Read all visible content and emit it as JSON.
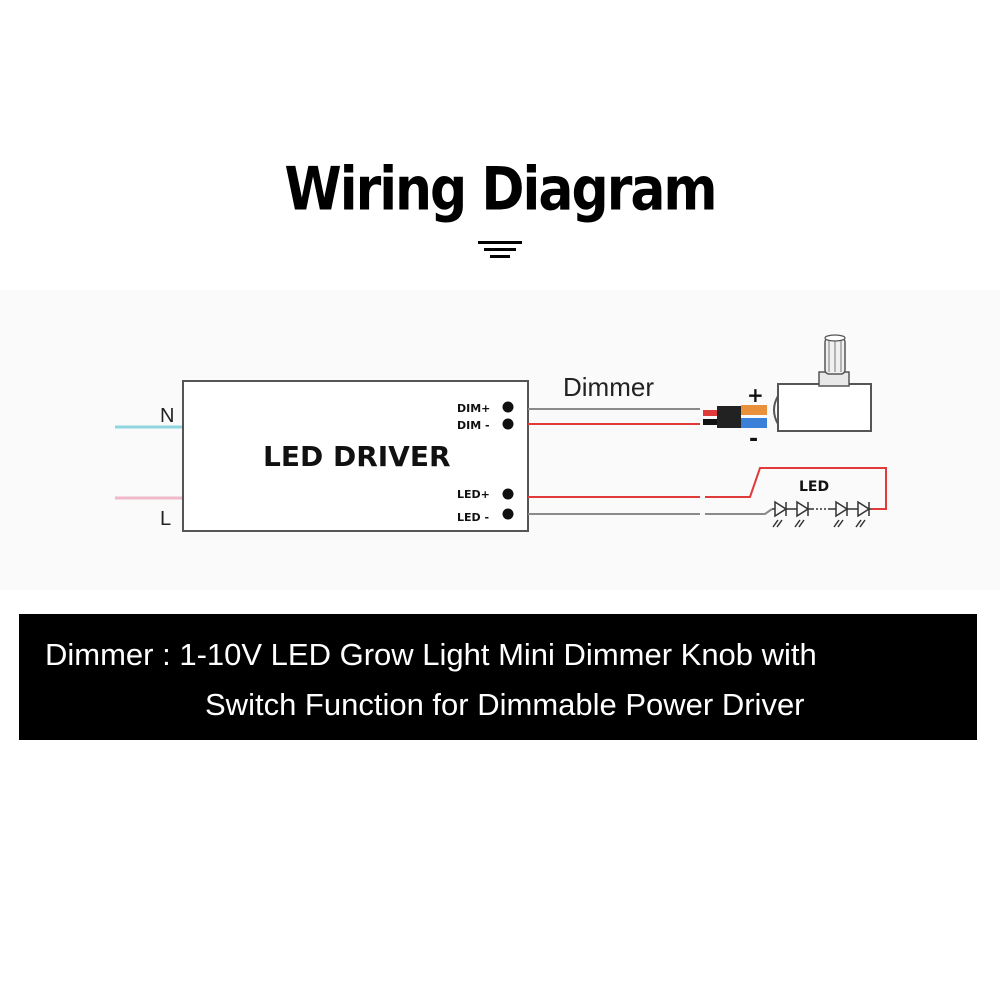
{
  "title": "Wiring Diagram",
  "diagram": {
    "driver_label": "LED DRIVER",
    "input_n": "N",
    "input_l": "L",
    "terminal_dim_plus": "DIM+",
    "terminal_dim_minus": "DIM -",
    "terminal_led_plus": "LED+",
    "terminal_led_minus": "LED -",
    "dimmer_label": "Dimmer",
    "plus_sign": "+",
    "minus_sign": "-",
    "led_label": "LED"
  },
  "caption": {
    "line1": "Dimmer : 1-10V LED Grow Light Mini Dimmer Knob with",
    "line2": "Switch Function for Dimmable Power Driver"
  },
  "colors": {
    "wire_n": "#8fd6e0",
    "wire_l": "#f0b8c8",
    "wire_red": "#e03a3a",
    "wire_gray": "#8a8a8a",
    "plug_orange": "#e8913a",
    "plug_blue": "#3a7fd8",
    "caption_bg": "#000000"
  }
}
